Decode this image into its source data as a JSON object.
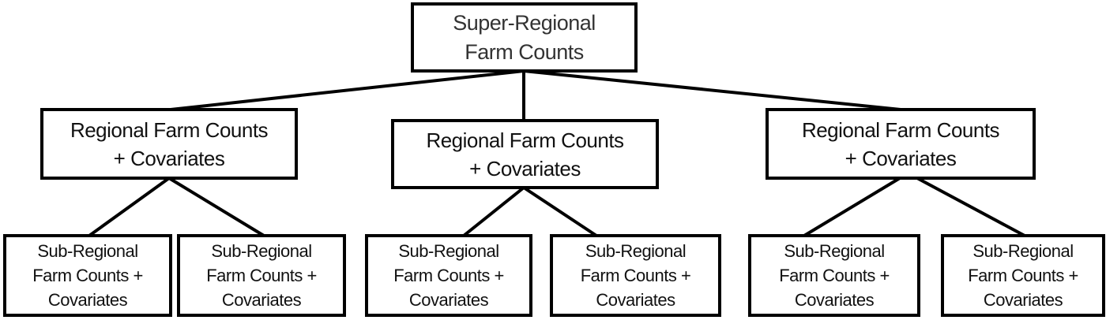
{
  "root": {
    "line1": "Super-Regional",
    "line2": "Farm Counts"
  },
  "regions": [
    {
      "line1": "Regional Farm Counts",
      "line2": "+ Covariates",
      "subregions": [
        {
          "line1": "Sub-Regional",
          "line2": "Farm Counts +",
          "line3": "Covariates"
        },
        {
          "line1": "Sub-Regional",
          "line2": "Farm Counts +",
          "line3": "Covariates"
        }
      ]
    },
    {
      "line1": "Regional Farm Counts",
      "line2": "+ Covariates",
      "subregions": [
        {
          "line1": "Sub-Regional",
          "line2": "Farm Counts +",
          "line3": "Covariates"
        },
        {
          "line1": "Sub-Regional",
          "line2": "Farm Counts +",
          "line3": "Covariates"
        }
      ]
    },
    {
      "line1": "Regional Farm Counts",
      "line2": "+ Covariates",
      "subregions": [
        {
          "line1": "Sub-Regional",
          "line2": "Farm Counts +",
          "line3": "Covariates"
        },
        {
          "line1": "Sub-Regional",
          "line2": "Farm Counts +",
          "line3": "Covariates"
        }
      ]
    }
  ]
}
